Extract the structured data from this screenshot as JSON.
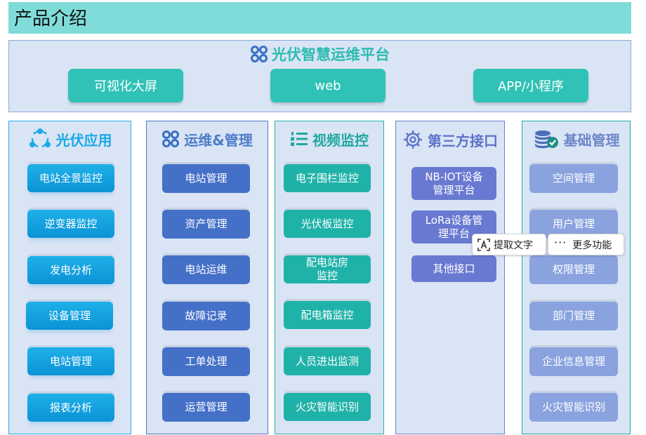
{
  "page_title": "产品介绍",
  "platform": {
    "title": "光伏智慧运维平台",
    "buttons": [
      "可视化大屏",
      "web",
      "APP/小程序"
    ]
  },
  "columns": [
    {
      "title": "光伏应用",
      "items": [
        "电站全景监控",
        "逆变器监控",
        "发电分析",
        "设备管理",
        "电站管理",
        "报表分析"
      ]
    },
    {
      "title": "运维&管理",
      "items": [
        "电站管理",
        "资产管理",
        "电站运维",
        "故障记录",
        "工单处理",
        "运营管理"
      ]
    },
    {
      "title": "视频监控",
      "items": [
        "电子围栏监控",
        "光伏板监控",
        "配电站房\n监控",
        "配电箱监控",
        "人员进出监测",
        "火灾智能识别"
      ]
    },
    {
      "title": "第三方接口",
      "items": [
        "NB-IOT设备\n管理平台",
        "LoRa设备管\n理平台",
        "其他接口"
      ]
    },
    {
      "title": "基础管理",
      "items": [
        "空间管理",
        "用户管理",
        "权限管理",
        "部门管理",
        "企业信息管理",
        "火灾智能识别"
      ]
    }
  ],
  "popup": {
    "extract_text": "提取文字",
    "more": "更多功能"
  },
  "colors": {
    "header_bar": "#7fdcd8",
    "platform_button": "#30c2b6",
    "panel_bg": "#d9e4f5"
  }
}
